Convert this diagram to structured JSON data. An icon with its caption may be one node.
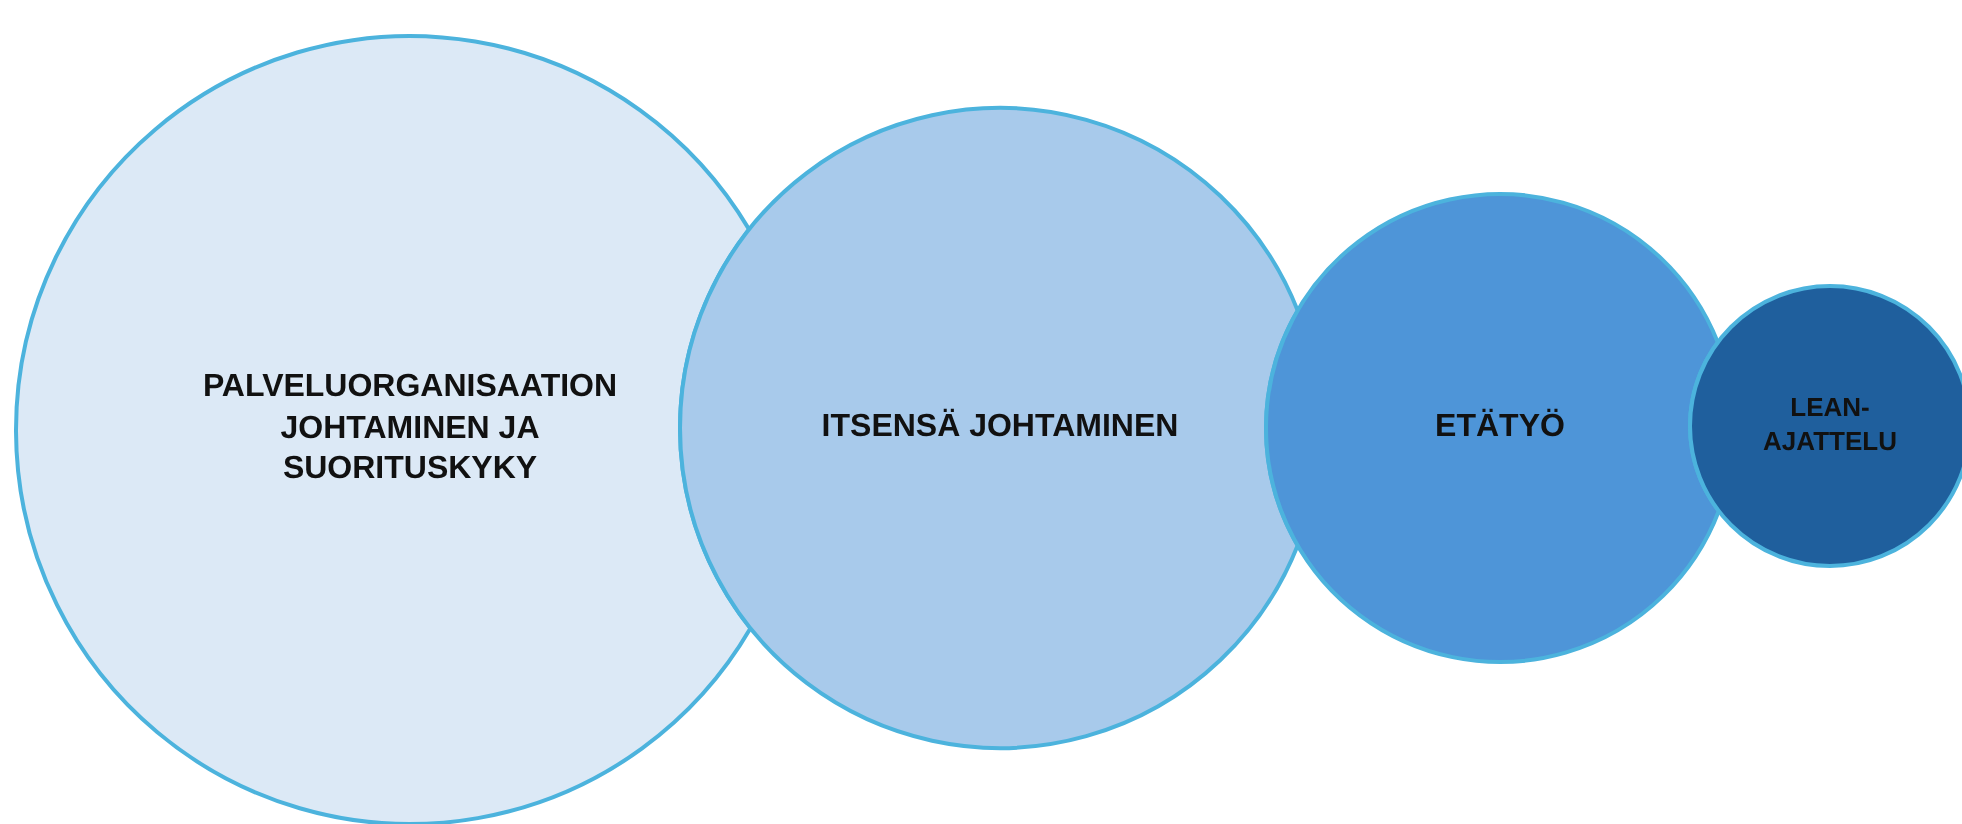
{
  "diagram": {
    "nodes": [
      {
        "text": [
          "PALVELUORGANISAATION JOHTAMINEN JA SUORITUSKYKY"
        ]
      },
      {
        "text": [
          "ITSENSÄ JOHTAMINEN"
        ]
      },
      {
        "text": [
          "ETÄTYÖ"
        ]
      },
      {
        "text": [
          "LEAN-AJATTELU"
        ]
      }
    ]
  }
}
